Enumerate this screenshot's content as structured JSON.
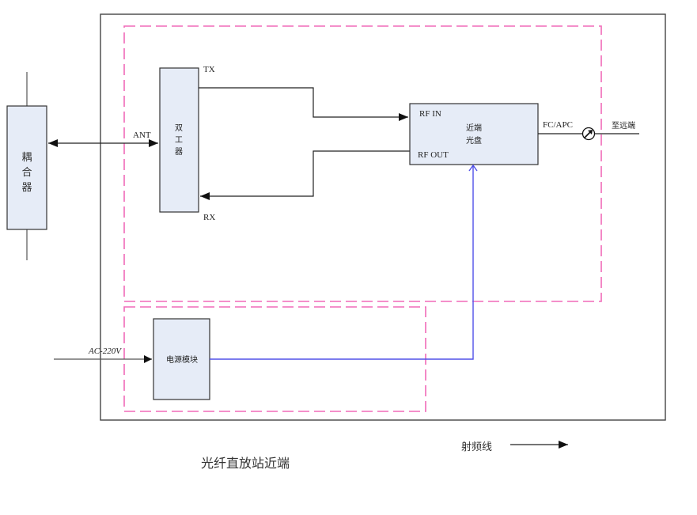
{
  "diagram": {
    "title": "光纤直放站近端",
    "legend": {
      "label": "射频线"
    },
    "coupler": {
      "label_lines": [
        "耦",
        "合",
        "器"
      ]
    },
    "duplexer": {
      "label_lines": [
        "双",
        "工",
        "器"
      ],
      "tx_label": "TX",
      "rx_label": "RX",
      "ant_label": "ANT"
    },
    "optical_module": {
      "label_lines": [
        "近端",
        "光盘"
      ],
      "rf_in_label": "RF IN",
      "rf_out_label": "RF OUT",
      "connector_label": "FC/APC",
      "to_remote_label": "至远端"
    },
    "power_module": {
      "label": "电源模块",
      "input_label": "AC-220V"
    },
    "colors": {
      "box_fill": "#e6ecf7",
      "dashed_boundary": "#f06ab8",
      "power_line": "#5050e8",
      "wire": "#222222"
    }
  }
}
